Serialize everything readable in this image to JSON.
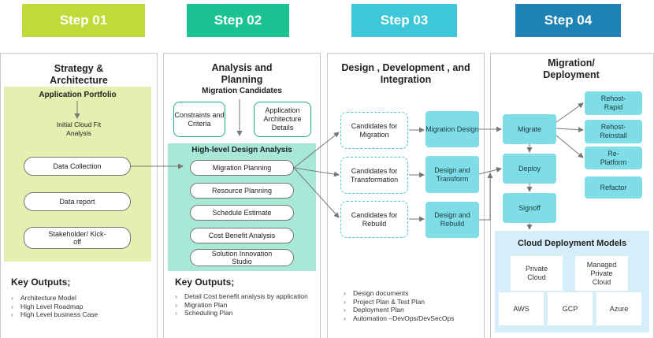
{
  "steps": [
    {
      "label": "Step 01",
      "color": "#c2d93a"
    },
    {
      "label": "Step 02",
      "color": "#1bc292"
    },
    {
      "label": "Step 03",
      "color": "#3ec7d8"
    },
    {
      "label": "Step 04",
      "color": "#1e82b4"
    }
  ],
  "col1": {
    "title": "Strategy & Architecture",
    "portfolio_title": "Application Portfolio",
    "fit_analysis": "Initial Cloud Fit Analysis",
    "items": [
      "Data Collection",
      "Data report",
      "Stakeholder/ Kick-off"
    ],
    "key_outputs_title": "Key Outputs;",
    "key_outputs": [
      "Architecture Model",
      "High Level Roadmap",
      "High Level business Case"
    ]
  },
  "col2": {
    "title": "Analysis and Planning",
    "subtitle": "Migration Candidates",
    "constraints": "Constraints and Criteria",
    "app_details": "Application Architecture Details",
    "hld_title": "High-level Design Analysis",
    "items": [
      "Migration Planning",
      "Resource Planning",
      "Schedule Estimate",
      "Cost Benefit Analysis",
      "Solution Innovation Studio"
    ],
    "key_outputs_title": "Key Outputs;",
    "key_outputs": [
      "Detail Cost benefit analysis by application",
      "Migration Plan",
      "Scheduling Plan"
    ]
  },
  "col3": {
    "title": "Design , Development , and Integration",
    "candidates": [
      "Candidates for Migration",
      "Candidates for Transformation",
      "Candidates for Rebuild"
    ],
    "actions": [
      "Migration Design",
      "Design and Transform",
      "Design and Rebuild"
    ],
    "key_outputs": [
      "Design documents",
      "Project Plan & Test Plan",
      "Deployment Plan",
      "Automation –DevOps/DevSecOps"
    ]
  },
  "col4": {
    "title": "Migration/ Deployment",
    "flow": [
      "Migrate",
      "Deploy",
      "Signoff"
    ],
    "options": [
      "Rehost-Rapid",
      "Rehost-Reinstall",
      "Re-Platform",
      "Refactor"
    ],
    "models_title": "Cloud Deployment Models",
    "models": [
      "Private Cloud",
      "Managed Private Cloud",
      "AWS",
      "GCP",
      "Azure"
    ]
  },
  "colors": {
    "lime_panel": "#e4efb0",
    "green_panel": "#a7e8d6",
    "cyan_box": "#7fdde8",
    "dash_border": "#49c6d6",
    "models_panel": "#d6eefa"
  }
}
